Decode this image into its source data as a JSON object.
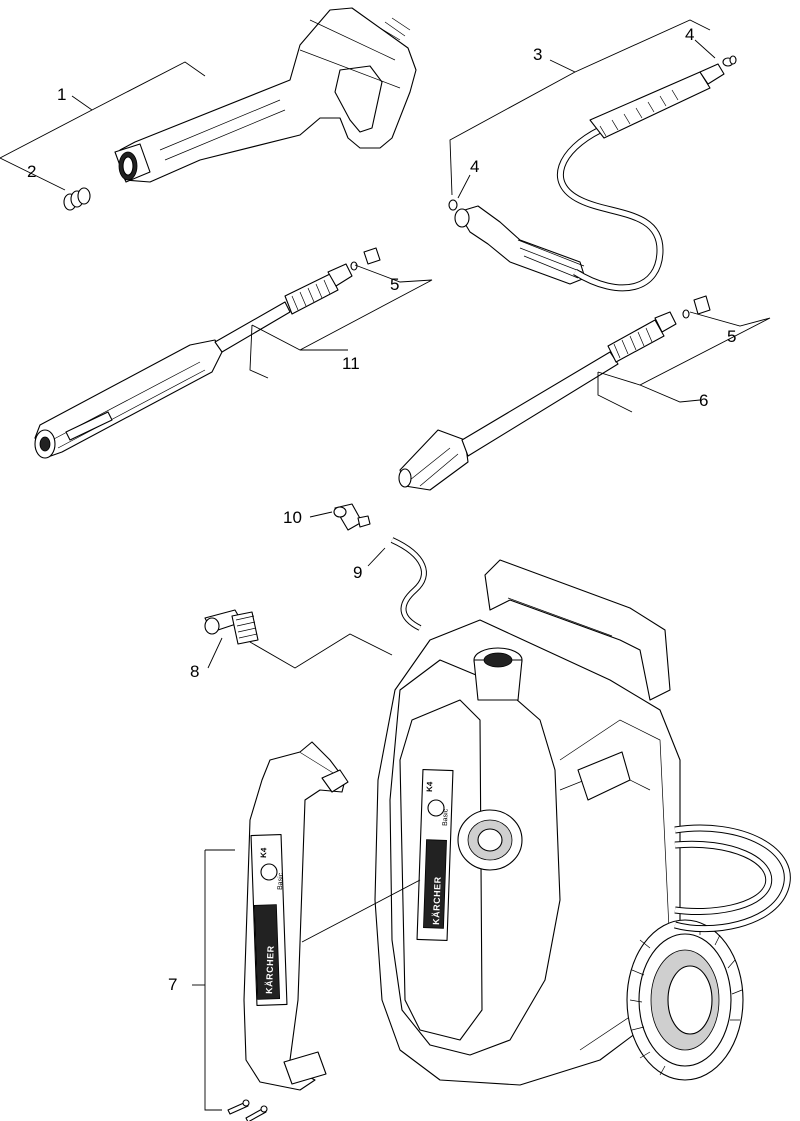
{
  "labels": {
    "p1": "1",
    "p2": "2",
    "p3": "3",
    "p4a": "4",
    "p4b": "4",
    "p5a": "5",
    "p5b": "5",
    "p6": "6",
    "p7": "7",
    "p8": "8",
    "p9": "9",
    "p10": "10",
    "p11": "11"
  },
  "brand": {
    "logo": "KÄRCHER",
    "badge_top": "K4",
    "badge_bottom": "Basic"
  }
}
